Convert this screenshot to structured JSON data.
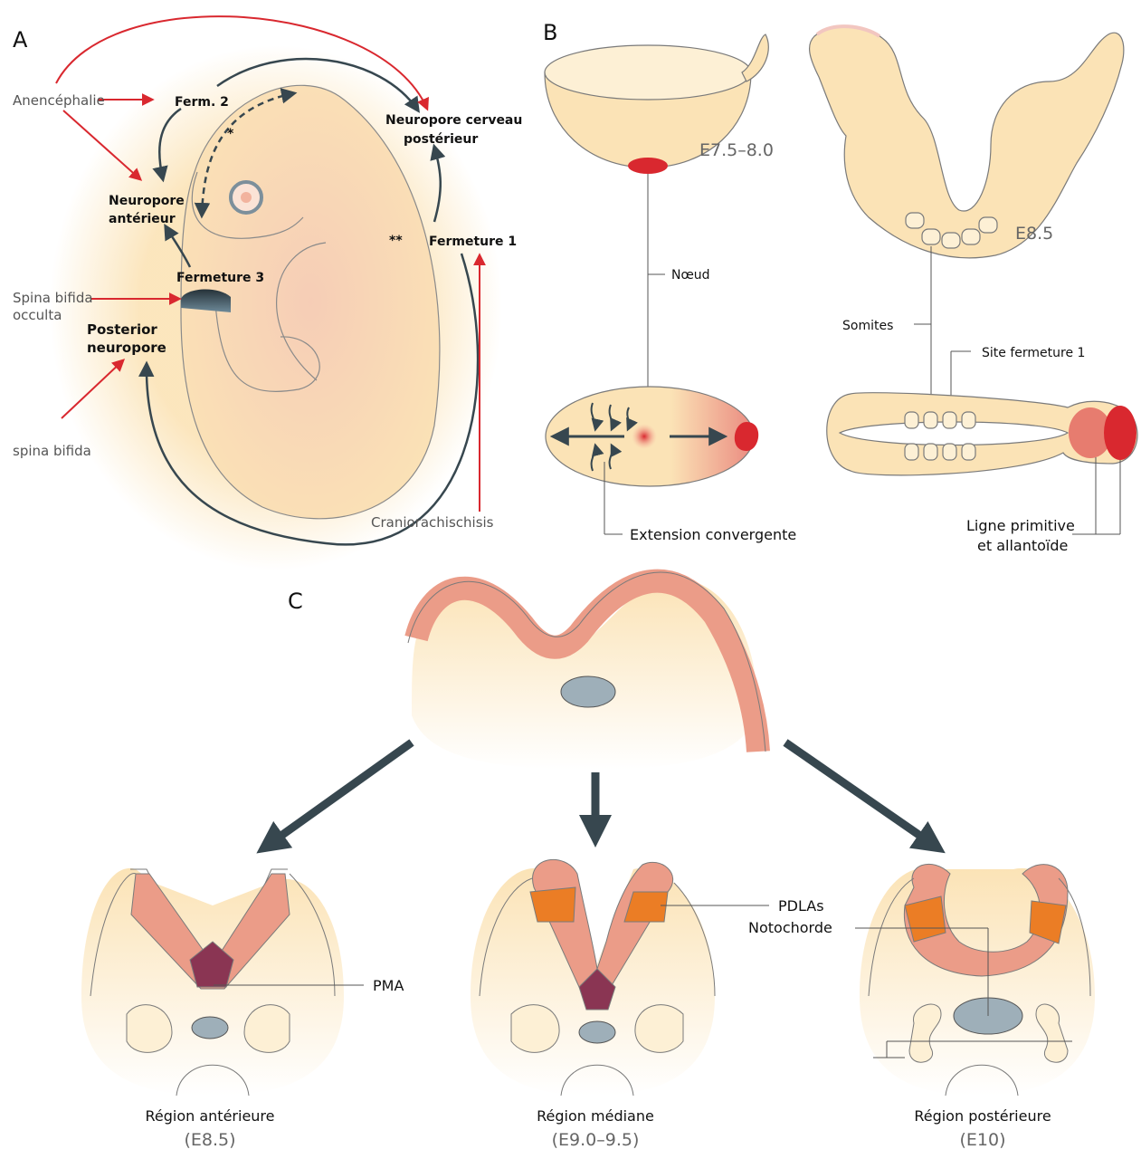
{
  "panels": {
    "a": "A",
    "b": "B",
    "c": "C"
  },
  "panel_a": {
    "anencephalie": "Anencéphalie",
    "ferm2": "Ferm. 2",
    "star1": "*",
    "star2": "**",
    "neuropore_anterieur_line1": "Neuropore",
    "neuropore_anterieur_line2": "antérieur",
    "neuropore_cerveau_line1": "Neuropore cerveau",
    "neuropore_cerveau_line2": "postérieur",
    "fermeture1": "Fermeture 1",
    "fermeture3": "Fermeture 3",
    "spina_occulta_line1": "Spina bifida",
    "spina_occulta_line2": "occulta",
    "posterior_line1": "Posterior",
    "posterior_line2": "neuropore",
    "spina_bifida": "spina bifida",
    "craniorachischisis": "Craniorachischisis"
  },
  "panel_b": {
    "stage1": "E7.5–8.0",
    "stage2": "E8.5",
    "noeud": "Nœud",
    "somites": "Somites",
    "site_fermeture": "Site fermeture 1",
    "extension": "Extension convergente",
    "ligne_line1": "Ligne primitive",
    "ligne_line2": "et allantoïde"
  },
  "panel_c": {
    "pdlas": "PDLAs",
    "pma": "PMA",
    "notochorde": "Notochorde",
    "region1": "Région antérieure",
    "stage1": "(E8.5)",
    "region2": "Région médiane",
    "stage2": "(E9.0–9.5)",
    "region3": "Région postérieure",
    "stage3": "(E10)"
  },
  "colors": {
    "tissue": "#fbe3b6",
    "neural": "#eb9c88",
    "hinge_pink": "#f2b39e",
    "pma": "#8a3553",
    "pdla": "#eb7d25",
    "notochord": "#9eafb9",
    "arrow_dark": "#37474f",
    "arrow_red": "#d9282f"
  }
}
